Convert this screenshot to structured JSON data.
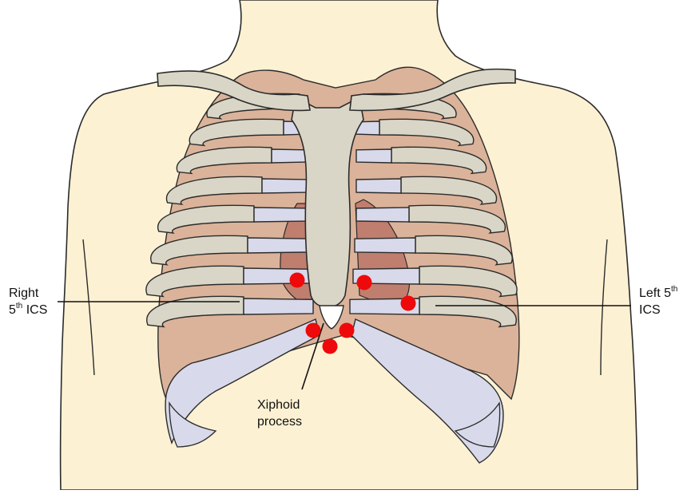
{
  "labels": {
    "right": {
      "line1": "Right",
      "ordinal": "5",
      "suffix": "th",
      "rest": " ICS"
    },
    "left": {
      "line1_prefix": "Left 5",
      "suffix": "th",
      "line2": "ICS"
    },
    "xiphoid": {
      "line1": "Xiphoid",
      "line2": "process"
    }
  },
  "colors": {
    "skin": "#fdf1d3",
    "bone": "#d9d6c7",
    "rib_back": "#dbb39a",
    "cartilage": "#d8d9ea",
    "lung_shadow": "#c07e6e",
    "marker": "#ee0a0a",
    "outline": "#2b2b2b"
  },
  "icons": [
    "torso-outline",
    "ribcage",
    "sternum",
    "clavicle",
    "electrode-marker"
  ]
}
